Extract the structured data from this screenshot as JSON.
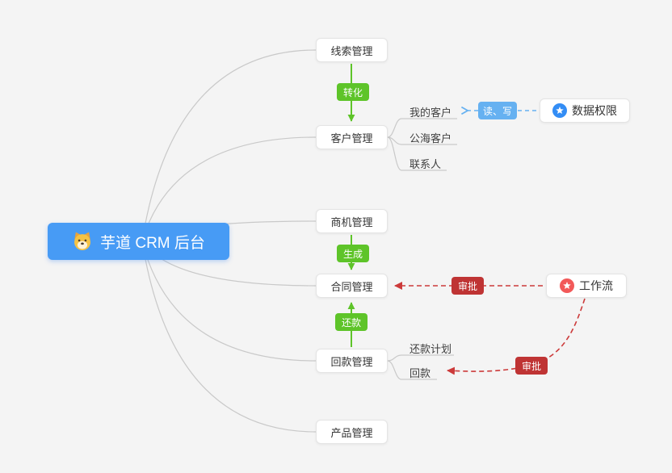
{
  "colors": {
    "background": "#f4f4f4",
    "root_bg": "#479bf5",
    "green": "#5ec429",
    "light_blue": "#66b1f1",
    "badge_red": "#bf3434",
    "arrow_red": "#cc3a3a",
    "connector_gray": "#c9c9c9",
    "data_permission_icon": "#338df5",
    "workflow_icon": "#f25959"
  },
  "root": {
    "label": "芋道 CRM 后台",
    "icon": "shiba-dog-icon"
  },
  "nodes": {
    "leads": {
      "label": "线索管理"
    },
    "customers": {
      "label": "客户管理"
    },
    "opportunities": {
      "label": "商机管理"
    },
    "contracts": {
      "label": "合同管理"
    },
    "receivables": {
      "label": "回款管理"
    },
    "products": {
      "label": "产品管理"
    }
  },
  "subitems": {
    "my_customers": {
      "label": "我的客户"
    },
    "public_customers": {
      "label": "公海客户"
    },
    "contacts": {
      "label": "联系人"
    },
    "repayment_plan": {
      "label": "还款计划"
    },
    "repayment": {
      "label": "回款"
    }
  },
  "badges": {
    "convert": {
      "label": "转化"
    },
    "generate": {
      "label": "生成"
    },
    "repay": {
      "label": "还款"
    },
    "read_write": {
      "label": "读、写"
    },
    "approve_contract": {
      "label": "审批"
    },
    "approve_receivable": {
      "label": "审批"
    }
  },
  "side": {
    "data_permission": {
      "label": "数据权限",
      "icon": "star-icon"
    },
    "workflow": {
      "label": "工作流",
      "icon": "star-icon"
    }
  }
}
